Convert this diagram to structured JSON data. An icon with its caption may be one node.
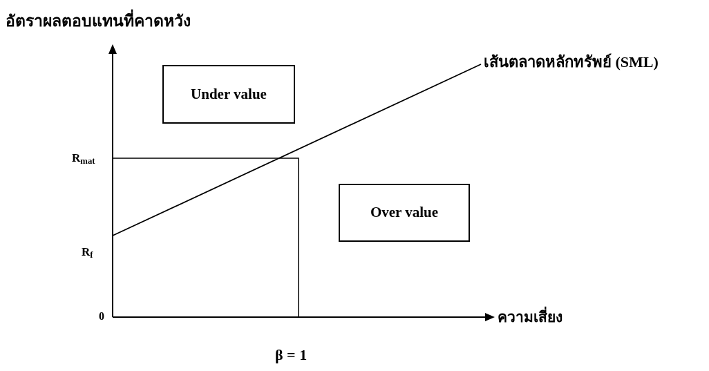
{
  "diagram": {
    "nodes": [
      {
        "text": [
          "Under value"
        ]
      },
      {
        "text": [
          "Over value"
        ]
      },
      {
        "text": [
          "เส้นตลาดหลักทรัพย์ (SML)"
        ]
      }
    ],
    "edges": [
      {
        "from": null,
        "to": 2,
        "arrow": "none"
      }
    ],
    "labels": [
      "อัตราผลตอบแทนที่คาดหวัง",
      "R$_{mat}$",
      "R$_{f}$",
      "0",
      "ความเสี่ยง",
      "β = 1"
    ]
  }
}
